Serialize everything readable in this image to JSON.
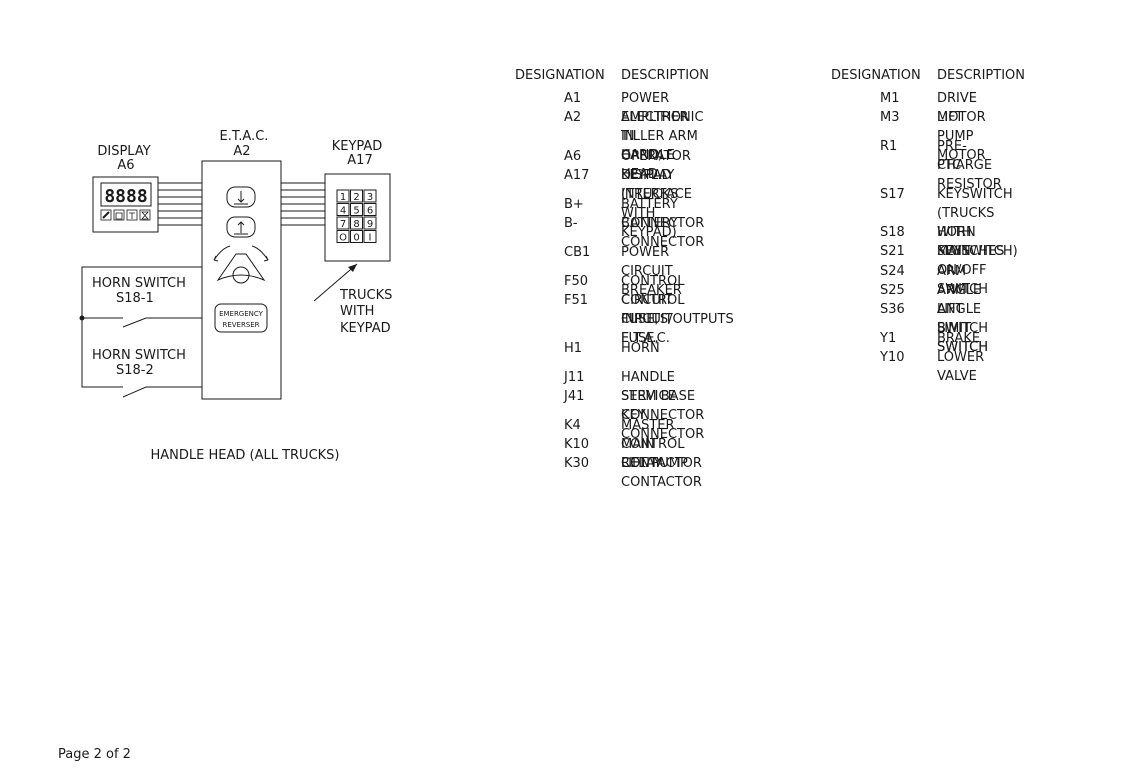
{
  "diagram": {
    "display": {
      "title": "DISPLAY",
      "code": "A6",
      "digits": "8888"
    },
    "etac": {
      "title": "E.T.A.C.",
      "code": "A2",
      "emergency_line1": "EMERGENCY",
      "emergency_line2": "REVERSER"
    },
    "keypad": {
      "title": "KEYPAD",
      "code": "A17",
      "keys": [
        "1",
        "2",
        "3",
        "4",
        "5",
        "6",
        "7",
        "8",
        "9",
        "O",
        "0",
        "I"
      ]
    },
    "horn1": {
      "label": "HORN SWITCH",
      "code": "S18-1"
    },
    "horn2": {
      "label": "HORN SWITCH",
      "code": "S18-2"
    },
    "trucks_note": [
      "TRUCKS",
      "WITH",
      "KEYPAD"
    ],
    "caption": "HANDLE HEAD (ALL TRUCKS)"
  },
  "legend": {
    "col_designation": "DESIGNATION",
    "col_description": "DESCRIPTION",
    "left": [
      {
        "code": "A1",
        "desc": [
          "POWER AMPLIFIER"
        ]
      },
      {
        "code": "A2",
        "desc": [
          "ELECTRONIC TILLER ARM CARD,",
          "IN HANDLE HEAD"
        ]
      },
      {
        "code": "A6",
        "desc": [
          "OPERATOR DISPLAY INTERFACE"
        ]
      },
      {
        "code": "A17",
        "desc": [
          "KEYPAD (TRUCKS WITH KEYPAD)"
        ]
      },
      {
        "code": "B+",
        "desc": [
          "BATTERY CONNECTOR"
        ]
      },
      {
        "code": "B-",
        "desc": [
          "BATTERY CONNECTOR"
        ]
      },
      {
        "code": "CB1",
        "desc": [
          "POWER CIRCUIT BREAKER"
        ]
      },
      {
        "code": "F50",
        "desc": [
          "CONTROL CIRCUIT FUSE, E.T.A.C."
        ]
      },
      {
        "code": "F51",
        "desc": [
          "CONTROL CIRCUIT FUSE,",
          "INPUTS/OUTPUTS"
        ]
      },
      {
        "code": "H1",
        "desc": [
          "HORN"
        ]
      },
      {
        "code": "J11",
        "desc": [
          "HANDLE STEM BASE CONNECTOR"
        ]
      },
      {
        "code": "J41",
        "desc": [
          "SERVICE KEY CONNECTOR"
        ]
      },
      {
        "code": "K4",
        "desc": [
          "MASTER CONTROL RELAY"
        ]
      },
      {
        "code": "K10",
        "desc": [
          "MAIN CONTACTOR"
        ]
      },
      {
        "code": "K30",
        "desc": [
          "LIFT PUMP CONTACTOR"
        ]
      }
    ],
    "right": [
      {
        "code": "M1",
        "desc": [
          "DRIVE MOTOR"
        ]
      },
      {
        "code": "M3",
        "desc": [
          "LIFT PUMP MOTOR"
        ]
      },
      {
        "code": "R1",
        "desc": [
          "PRE-CHARGE",
          "PTC RESISTOR"
        ]
      },
      {
        "code": "S17",
        "desc": [
          "KEYSWITCH",
          "(TRUCKS WITH KEYSWITCH)"
        ]
      },
      {
        "code": "S18",
        "desc": [
          "HORN SWITCHES"
        ]
      },
      {
        "code": "S21",
        "desc": [
          "MAIN ON/OFF SWITCH"
        ]
      },
      {
        "code": "S24",
        "desc": [
          "ARM ANGLE A SWITCH"
        ]
      },
      {
        "code": "S25",
        "desc": [
          "ARM ANGLE B SWITCH"
        ]
      },
      {
        "code": "S36",
        "desc": [
          "LIFT LIMIT SWITCH"
        ]
      },
      {
        "code": "Y1",
        "desc": [
          "BRAKE"
        ]
      },
      {
        "code": "Y10",
        "desc": [
          "LOWER VALVE"
        ]
      }
    ]
  },
  "footer": {
    "page": "Page 2 of 2"
  }
}
